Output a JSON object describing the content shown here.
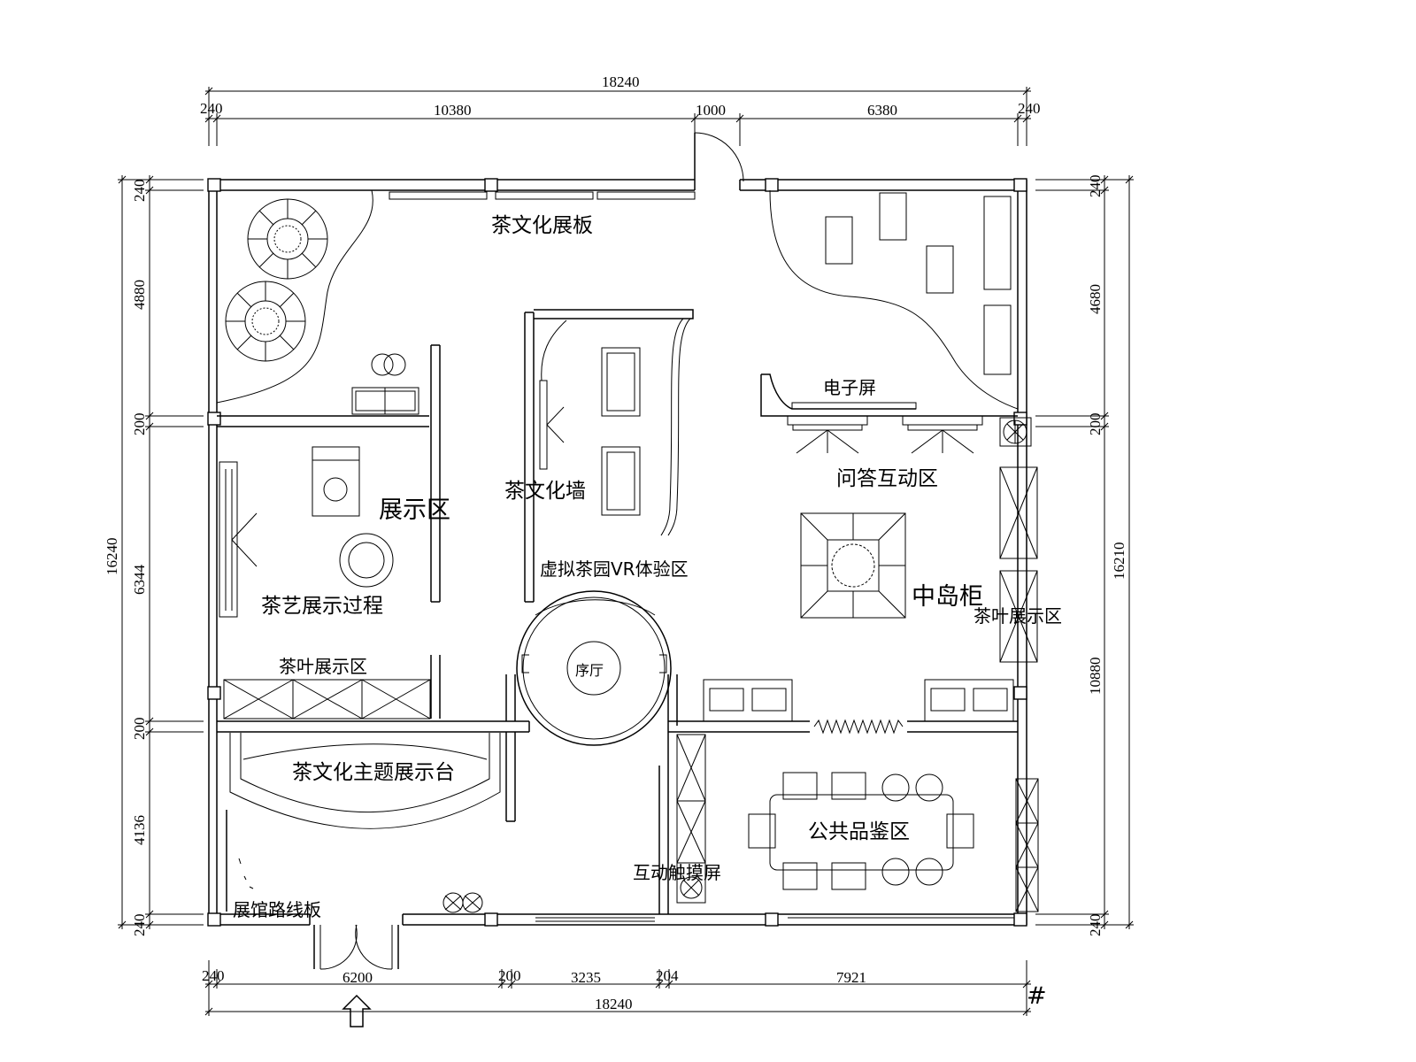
{
  "dimensions": {
    "top_total": "18240",
    "top_seg_1": "240",
    "top_seg_2": "10380",
    "top_seg_3": "1000",
    "top_seg_4": "6380",
    "top_seg_5": "240",
    "bottom_seg_1": "240",
    "bottom_seg_2": "6200",
    "bottom_seg_3": "200",
    "bottom_seg_4": "3235",
    "bottom_seg_5": "204",
    "bottom_seg_6": "7921",
    "bottom_total": "18240",
    "left_total": "16240",
    "left_seg_1": "240",
    "left_seg_2": "4880",
    "left_seg_3": "200",
    "left_seg_4": "6344",
    "left_seg_5": "200",
    "left_seg_6": "4136",
    "left_seg_7": "240",
    "right_total": "16210",
    "right_seg_1": "240",
    "right_seg_2": "4680",
    "right_seg_3": "200",
    "right_seg_4": "10880",
    "right_seg_5": "240"
  },
  "rooms": {
    "tea_culture_panel": "茶文化展板",
    "exhibition_area": "展示区",
    "tea_culture_wall": "茶文化墙",
    "tea_art_process": "茶艺展示过程",
    "tea_leaf_display_left": "茶叶展示区",
    "vr_experience": "虚拟茶园VR体验区",
    "electronic_screen": "电子屏",
    "qa_interactive": "问答互动区",
    "island_cabinet": "中岛柜",
    "tea_leaf_display_right": "茶叶展示区",
    "lobby": "序厅",
    "theme_platform": "茶文化主题展示台",
    "public_tasting": "公共品鉴区",
    "touch_screen": "互动触摸屏",
    "route_board": "展馆路线板"
  },
  "north_mark": "#"
}
